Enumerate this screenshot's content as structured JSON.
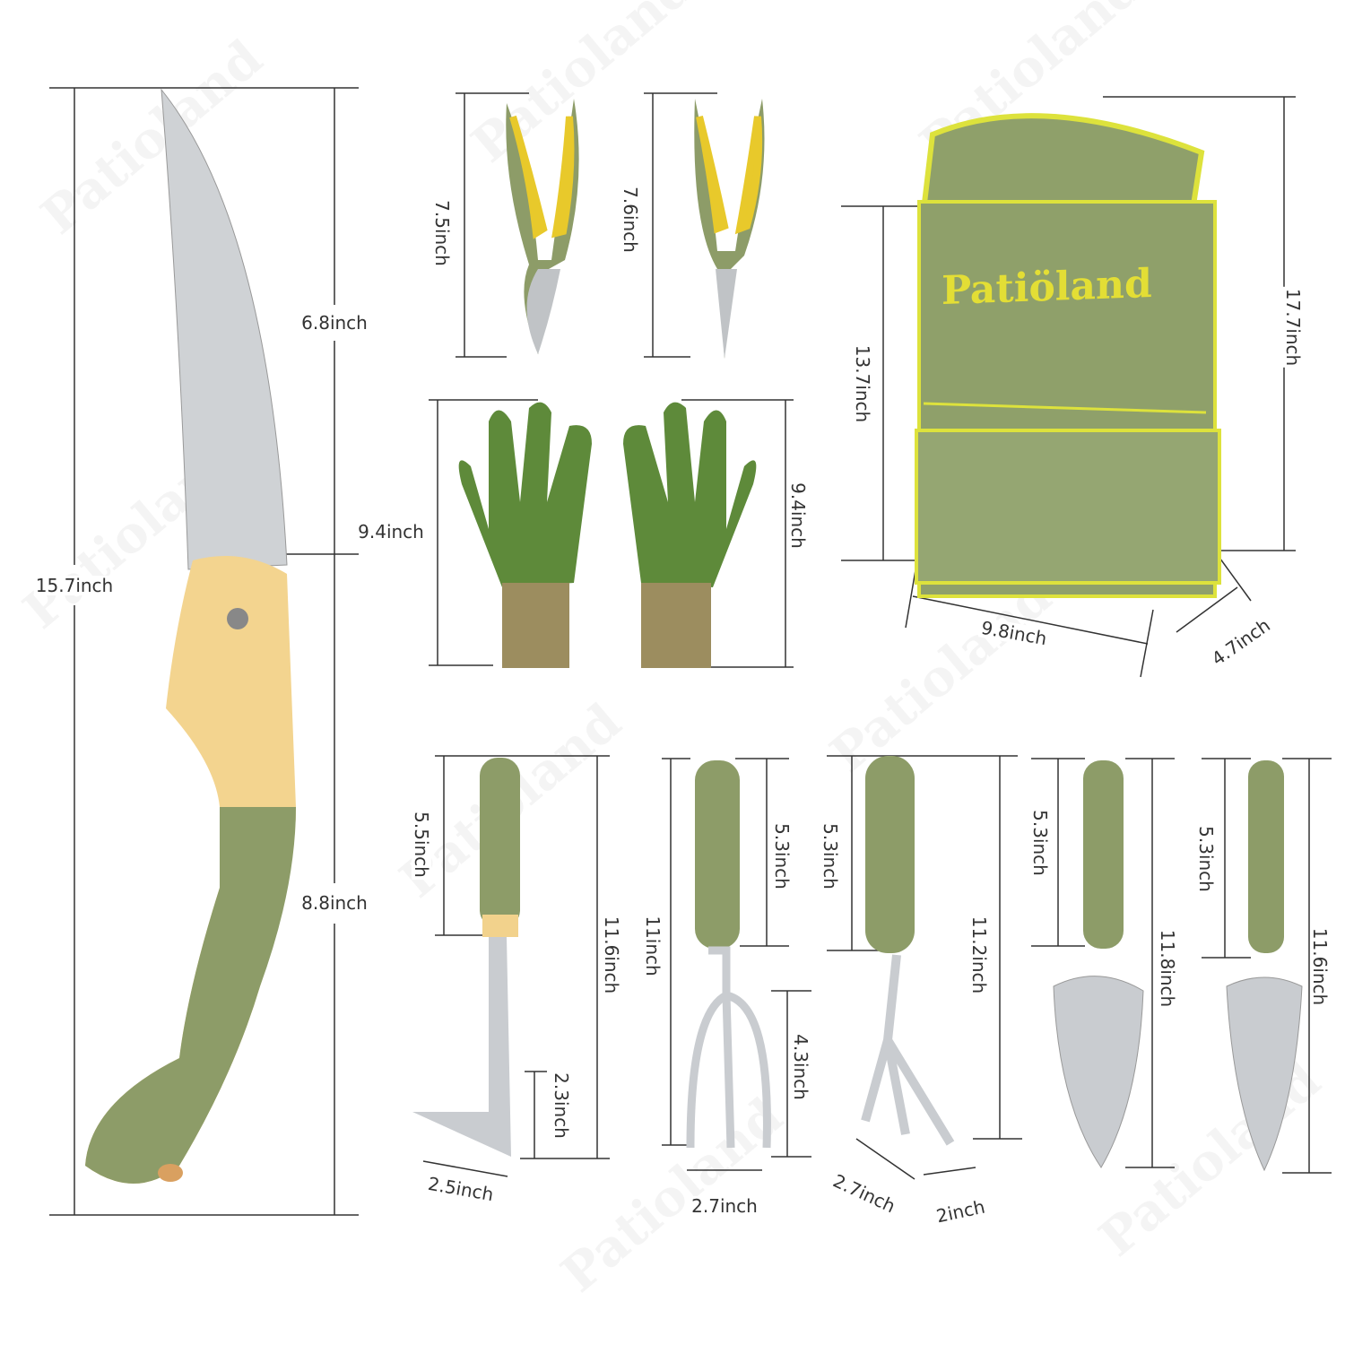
{
  "watermark": "Patioland",
  "bag_logo": "Patiöland",
  "colors": {
    "olive": "#8fa06a",
    "yellow": "#e5d83a",
    "tan": "#f2d28c",
    "steel": "#c9ccd0",
    "line": "#333333"
  },
  "saw": {
    "blade": "6.8inch",
    "total": "15.7inch",
    "handle": "8.8inch"
  },
  "pruner_bypass": {
    "length": "7.5inch"
  },
  "pruner_snips": {
    "length": "7.6inch"
  },
  "gloves": {
    "left_height": "9.4inch",
    "right_height": "9.4inch"
  },
  "bag": {
    "pocket_height": "13.7inch",
    "total_height": "17.7inch",
    "width": "9.8inch",
    "depth": "4.7inch"
  },
  "weeder": {
    "handle": "5.5inch",
    "total": "11.6inch",
    "blade_height": "2.3inch",
    "blade_width": "2.5inch"
  },
  "fork": {
    "total": "11inch",
    "handle": "5.3inch",
    "tines": "4.3inch",
    "width": "2.7inch"
  },
  "cultivator": {
    "handle": "5.3inch",
    "total": "11.2inch",
    "width": "2.7inch",
    "depth": "2inch"
  },
  "trowel": {
    "handle": "5.3inch",
    "total": "11.8inch"
  },
  "transplanter": {
    "handle": "5.3inch",
    "total": "11.6inch"
  }
}
